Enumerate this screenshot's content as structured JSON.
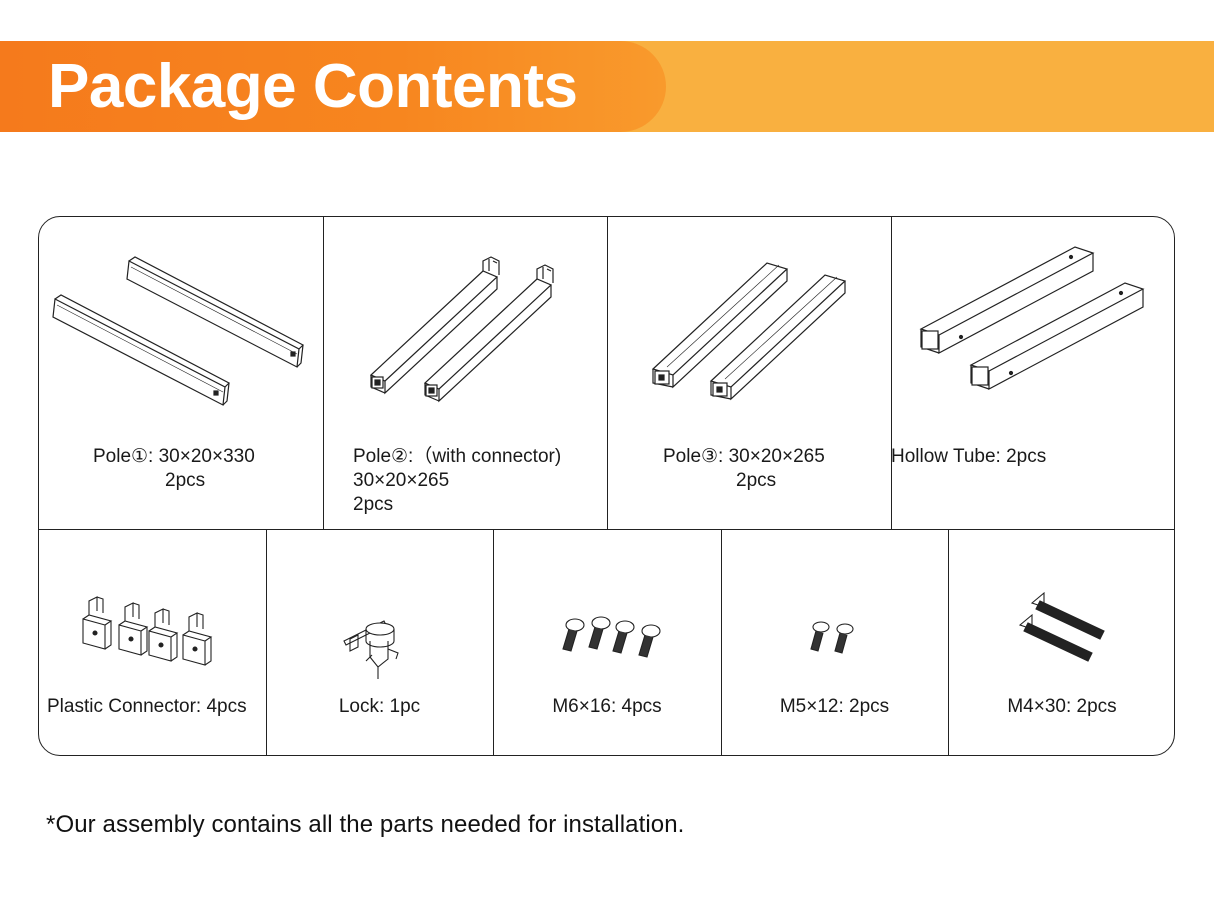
{
  "header": {
    "title": "Package Contents"
  },
  "items_top": [
    {
      "label_lines": [
        "Pole①: 30×20×330",
        "2pcs"
      ]
    },
    {
      "label_lines": [
        "Pole②:（with connector)",
        "30×20×265",
        "2pcs"
      ]
    },
    {
      "label_lines": [
        "Pole③: 30×20×265",
        "2pcs"
      ]
    },
    {
      "label_lines": [
        "Hollow Tube: 2pcs"
      ]
    }
  ],
  "items_bottom": [
    {
      "label": "Plastic Connector: 4pcs"
    },
    {
      "label": "Lock: 1pc"
    },
    {
      "label": "M6×16: 4pcs"
    },
    {
      "label": "M5×12: 2pcs"
    },
    {
      "label": "M4×30: 2pcs"
    }
  ],
  "footer": {
    "note": "*Our assembly contains all the parts needed for installation."
  },
  "colors": {
    "banner_orange": "#f57a1c",
    "banner_light": "#f9b040",
    "line": "#222222"
  }
}
